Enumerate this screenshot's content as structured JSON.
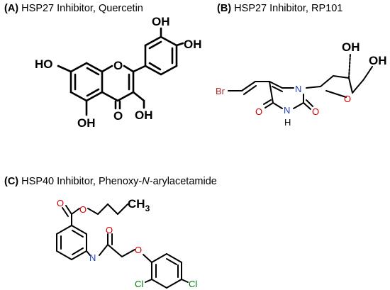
{
  "panels": {
    "a": {
      "letter": "(A)",
      "text": "HSP27 Inhibitor, Quercetin"
    },
    "b": {
      "letter": "(B)",
      "text": "HSP27 Inhibitor, RP101"
    },
    "c": {
      "letter": "(C)",
      "text_pre": "HSP40 Inhibitor, Phenoxy-",
      "text_italic": "N",
      "text_post": "-arylacetamide"
    }
  },
  "atoms": {
    "a_oh_3p": "OH",
    "a_oh_4p": "OH",
    "a_ho_7": "HO",
    "a_o_ring": "O",
    "a_o_keto": "O",
    "a_oh_3": "OH",
    "a_oh_5": "OH",
    "b_br": "Br",
    "b_n1": "N",
    "b_n3": "N",
    "b_h": "H",
    "b_o4": "O",
    "b_o2": "O",
    "b_o_ring": "O",
    "b_oh_3p": "OH",
    "b_oh_5p": "OH",
    "c_o_carbonyl": "O",
    "c_o_ester": "O",
    "c_ch": "CH",
    "c_ch_sub": "3",
    "c_n": "N",
    "c_o_amide": "O",
    "c_o_ether": "O",
    "c_cl1": "Cl",
    "c_cl2": "Cl"
  },
  "colors": {
    "bond": "#000000",
    "oxygen": "#d00000",
    "nitrogen": "#1f3fbf",
    "bromine": "#a52a2a",
    "chlorine": "#007a00"
  }
}
